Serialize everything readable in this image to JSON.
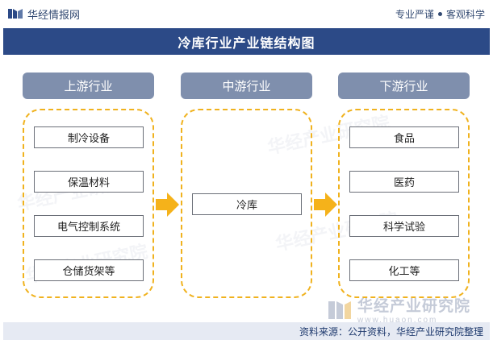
{
  "header": {
    "brand_name": "华经情报网",
    "slogan_left": "专业严谨",
    "slogan_right": "客观科学"
  },
  "title": "冷库行业产业链结构图",
  "sections": [
    {
      "label": "上游行业",
      "items": [
        "制冷设备",
        "保温材料",
        "电气控制系统",
        "仓储货架等"
      ]
    },
    {
      "label": "中游行业",
      "items": [
        "冷库"
      ]
    },
    {
      "label": "下游行业",
      "items": [
        "食品",
        "医药",
        "科学试验",
        "化工等"
      ]
    }
  ],
  "footer": {
    "logo_text": "华经产业研究院",
    "logo_url": "www.huaon.com",
    "source": "资料来源：公开资料，华经产业研究院整理"
  },
  "colors": {
    "title_bg": "#2c4a87",
    "section_header_bg": "#7f8fad",
    "dashed_border": "#f0b21e",
    "arrow": "#f5b21a",
    "source_bg": "#e6eaf3"
  }
}
